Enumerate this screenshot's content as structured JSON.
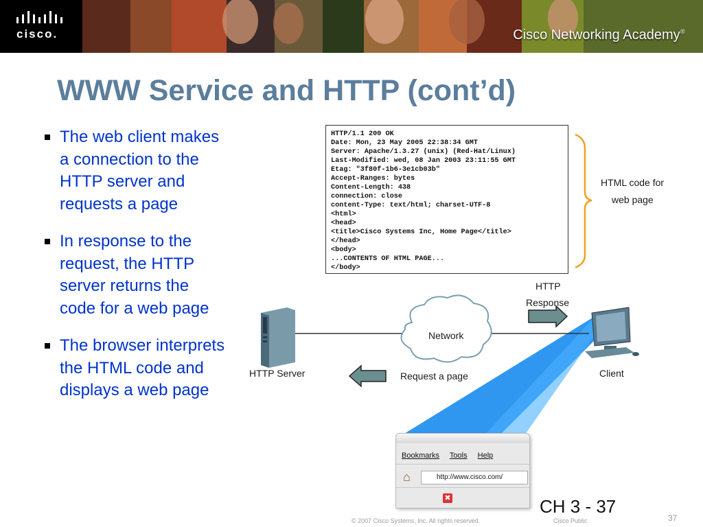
{
  "header": {
    "brand": "cisco.",
    "program": "Cisco Networking Academy",
    "trademark": "®"
  },
  "slide": {
    "title": "WWW Service and HTTP (cont’d)",
    "bullets": [
      "The web client makes\na connection to the\nHTTP server and\nrequests a page",
      "In response to the\nrequest, the HTTP\nserver returns the\ncode for a web page",
      "The browser interprets\nthe HTML code and\ndisplays a web page"
    ]
  },
  "http_response": [
    "HTTP/1.1 200 OK",
    "Date: Mon, 23 May 2005 22:38:34 GMT",
    "Server: Apache/1.3.27 (unix) (Red-Hat/Linux)",
    "Last-Modified: wed, 08 Jan 2003 23:11:55 GMT",
    "Etag: \"3f80f-1b6-3e1cb03b\"",
    "Accept-Ranges: bytes",
    "Content-Length: 438",
    "connection: close",
    "content-Type: text/html; charset-UTF-8",
    "<html>",
    "<head>",
    "<title>Cisco Systems Inc, Home Page</title>",
    "</head>",
    "<body>",
    "...CONTENTS OF HTML PAGE...",
    "</body>"
  ],
  "diagram": {
    "html_code_label_line1": "HTML code for",
    "html_code_label_line2": "web page",
    "http_response_line1": "HTTP",
    "http_response_line2": "Response",
    "network_label": "Network",
    "request_label": "Request a page",
    "server_label": "HTTP Server",
    "client_label": "Client"
  },
  "browser": {
    "menu": [
      "Bookmarks",
      "Tools",
      "Help"
    ],
    "url": "http://www.cisco.com/",
    "stop_glyph": "✖"
  },
  "footer": {
    "copyright": "© 2007 Cisco Systems, Inc. All rights reserved.",
    "classification": "Cisco Public",
    "page_number": "37",
    "slide_ref": "CH 3 - 37"
  },
  "colors": {
    "title": "#5b7e9c",
    "bullet_text": "#0033cc",
    "bracket": "#f0a020",
    "arrow": "#6b8e8e",
    "beam": "#1a8cf0"
  }
}
